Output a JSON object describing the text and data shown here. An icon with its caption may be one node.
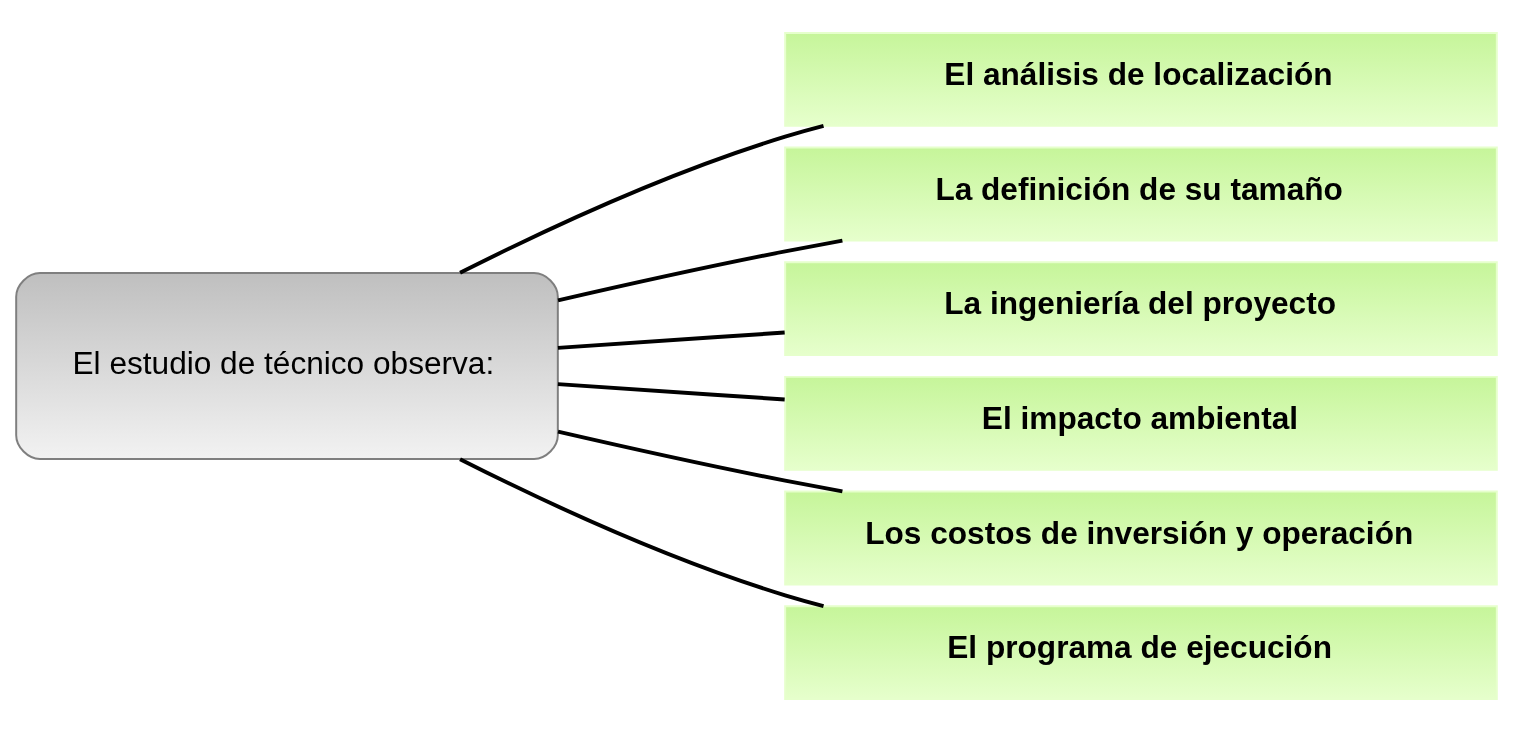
{
  "diagram": {
    "nodes": [
      {
        "text": [
          "El estudio de técnico observa:"
        ]
      },
      {
        "text": [
          "El análisis de localización"
        ]
      },
      {
        "text": [
          "La definición de su tamaño"
        ]
      },
      {
        "text": [
          "La ingeniería del proyecto"
        ]
      },
      {
        "text": [
          "El impacto ambiental"
        ]
      },
      {
        "text": [
          "Los costos de inversión y operación"
        ]
      },
      {
        "text": [
          "El programa de ejecución"
        ]
      }
    ],
    "edges": [
      {
        "from": 0,
        "to": 1,
        "arrow": "none"
      },
      {
        "from": 0,
        "to": 2,
        "arrow": "none"
      },
      {
        "from": 0,
        "to": 3,
        "arrow": "none"
      },
      {
        "from": 0,
        "to": 4,
        "arrow": "none"
      },
      {
        "from": 0,
        "to": 5,
        "arrow": "none"
      },
      {
        "from": 0,
        "to": 6,
        "arrow": "none"
      }
    ]
  }
}
